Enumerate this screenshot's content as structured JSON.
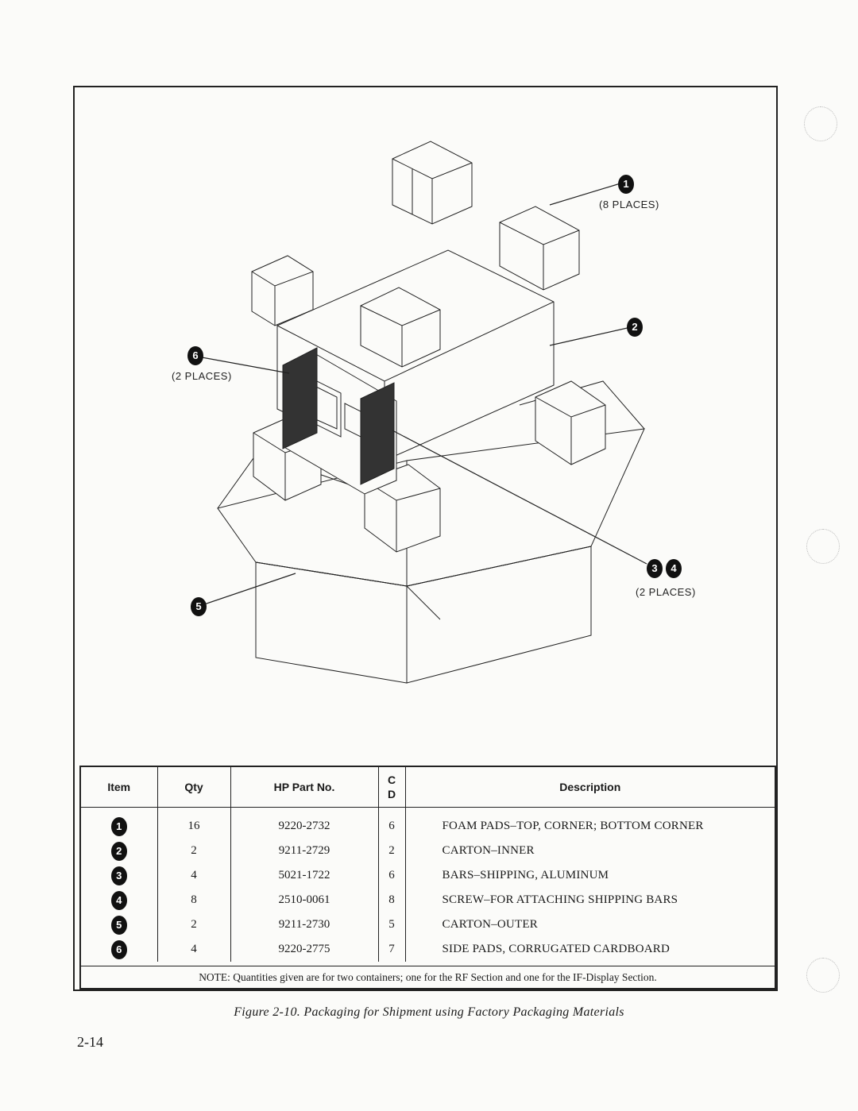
{
  "figure": {
    "callouts": [
      {
        "id": "c1",
        "badges": [
          "1"
        ],
        "label": "(8 PLACES)"
      },
      {
        "id": "c2",
        "badges": [
          "2"
        ],
        "label": ""
      },
      {
        "id": "c6",
        "badges": [
          "6"
        ],
        "label": "(2 PLACES)"
      },
      {
        "id": "c34",
        "badges": [
          "3",
          "4"
        ],
        "label": "(2 PLACES)"
      },
      {
        "id": "c5",
        "badges": [
          "5"
        ],
        "label": ""
      }
    ]
  },
  "table": {
    "headers": {
      "item": "Item",
      "qty": "Qty",
      "part": "HP Part No.",
      "cd_top": "C",
      "cd_bottom": "D",
      "description": "Description"
    },
    "rows": [
      {
        "item": "1",
        "qty": "16",
        "part": "9220-2732",
        "cd": "6",
        "description": "FOAM PADS–TOP, CORNER; BOTTOM CORNER"
      },
      {
        "item": "2",
        "qty": "2",
        "part": "9211-2729",
        "cd": "2",
        "description": "CARTON–INNER"
      },
      {
        "item": "3",
        "qty": "4",
        "part": "5021-1722",
        "cd": "6",
        "description": "BARS–SHIPPING, ALUMINUM"
      },
      {
        "item": "4",
        "qty": "8",
        "part": "2510-0061",
        "cd": "8",
        "description": "SCREW–FOR ATTACHING SHIPPING BARS"
      },
      {
        "item": "5",
        "qty": "2",
        "part": "9211-2730",
        "cd": "5",
        "description": "CARTON–OUTER"
      },
      {
        "item": "6",
        "qty": "4",
        "part": "9220-2775",
        "cd": "7",
        "description": "SIDE PADS, CORRUGATED CARDBOARD"
      }
    ],
    "note": "NOTE:  Quantities given are for two containers; one for the RF Section and one for the IF-Display Section."
  },
  "caption": "Figure 2-10. Packaging for Shipment using Factory Packaging Materials",
  "page_number": "2-14"
}
